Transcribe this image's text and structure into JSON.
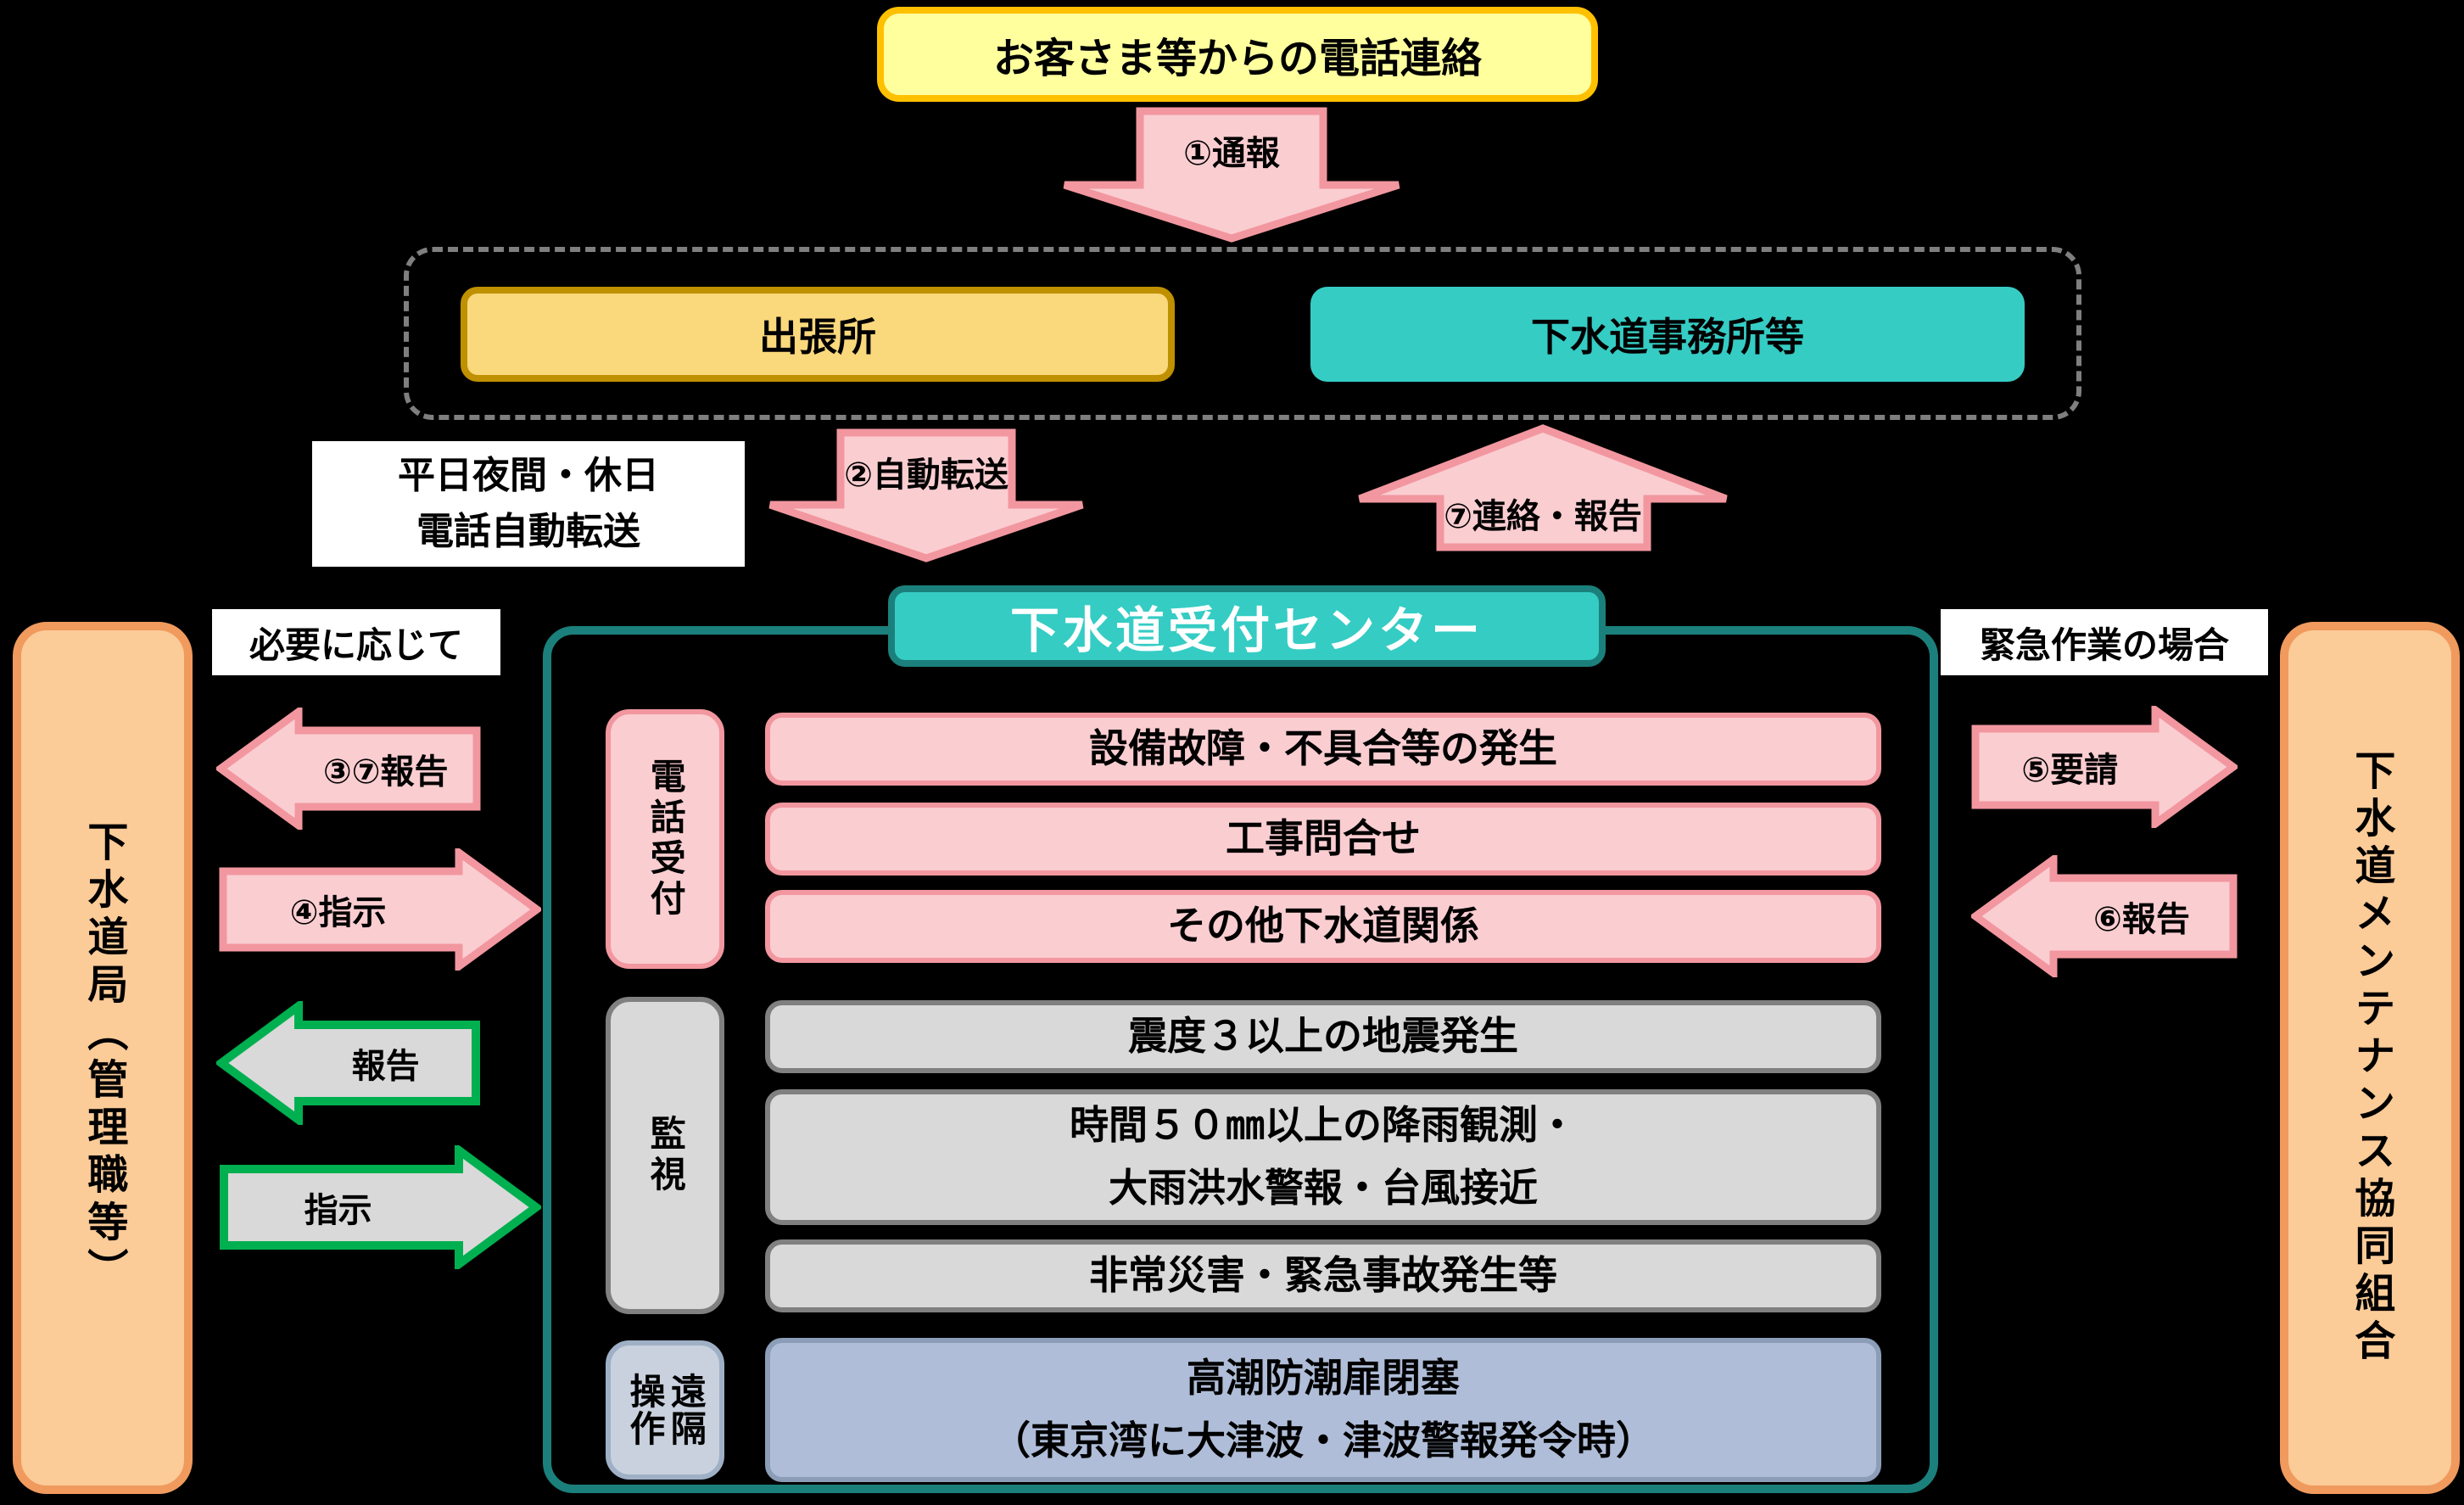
{
  "title_box": {
    "label": "お客さま等からの電話連絡"
  },
  "group": {
    "branch_office": "出張所",
    "sewer_office": "下水道事務所等"
  },
  "labels": {
    "night_transfer": "平日夜間・休日\n電話自動転送",
    "as_needed": "必要に応じて",
    "emergency_case": "緊急作業の場合"
  },
  "arrows": {
    "report1": "①通報",
    "auto_transfer2": "②自動転送",
    "contact_report7": "⑦連絡・報告",
    "report37": "③⑦報告",
    "instruction4": "④指示",
    "report_green": "報告",
    "instruction_green": "指示",
    "request5": "⑤要請",
    "report6": "⑥報告"
  },
  "center": {
    "title": "下水道受付センター",
    "sections": [
      {
        "label": "電話受付",
        "rows": [
          "設備故障・不具合等の発生",
          "工事問合せ",
          "その他下水道関係"
        ]
      },
      {
        "label": "監視",
        "rows": [
          "震度３以上の地震発生",
          "時間５０㎜以上の降雨観測・\n大雨洪水警報・台風接近",
          "非常災害・緊急事故発生等"
        ]
      },
      {
        "label": "遠隔\n操作",
        "rows": [
          "高潮防潮扉閉塞\n（東京湾に大津波・津波警報発令時）"
        ]
      }
    ]
  },
  "side_boxes": {
    "left": "下水道局（管理職等）",
    "right": "下水道メンテナンス協同組合"
  },
  "colors": {
    "background": "#000000",
    "pink_fill": "#FACDD1",
    "pink_border": "#F2979F",
    "yellow_fill": "#FFFF9E",
    "yellow_border": "#FFC000",
    "gold_fill": "#FAD87C",
    "gold_border": "#BF9000",
    "teal_fill": "#35CCC4",
    "teal_border": "#1B807C",
    "gray_fill": "#D9D9D9",
    "gray_border": "#808080",
    "green_border": "#00B050",
    "blue_fill": "#AFBDD8",
    "blue_border": "#8C9DB8",
    "orange_fill": "#FBCB98",
    "orange_border": "#F09A5E",
    "title_text": "#FFFFFF"
  }
}
